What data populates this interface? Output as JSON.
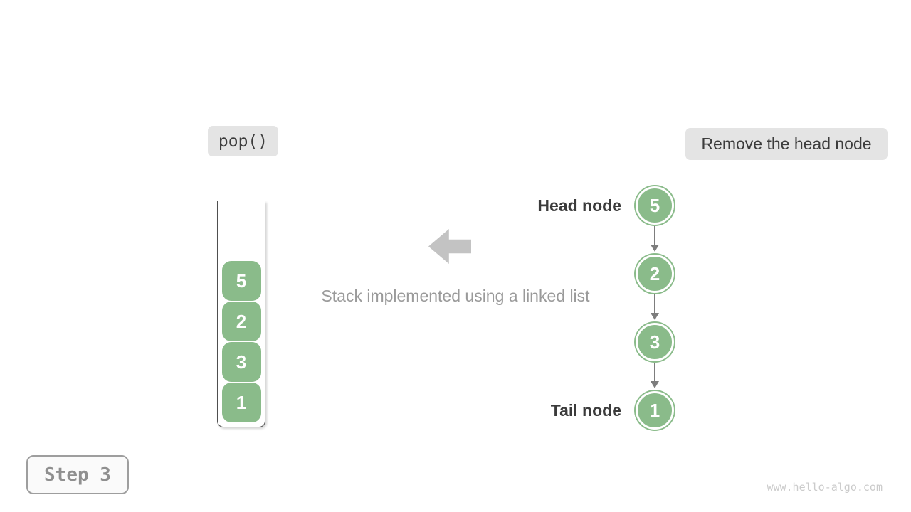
{
  "labels": {
    "operation": "pop()",
    "description": "Remove the head node",
    "caption": "Stack implemented using a linked list",
    "head_node": "Head node",
    "tail_node": "Tail node",
    "step": "Step 3",
    "watermark": "www.hello-algo.com"
  },
  "stack": {
    "items_top_to_bottom": [
      "5",
      "2",
      "3",
      "1"
    ]
  },
  "linked_list": {
    "nodes_head_to_tail": [
      "5",
      "2",
      "3",
      "1"
    ]
  },
  "colors": {
    "node_green": "#8abb8a",
    "node_text": "#ffffff",
    "badge_bg": "#e4e4e4",
    "badge_text": "#3c3c3c",
    "block_arrow_gray": "#c3c3c3",
    "connector_gray": "#7d7d7d",
    "caption_text": "#9a9a9a",
    "side_label_text": "#3b3b3b",
    "stack_outline": "#4f4f4f",
    "step_text": "#8f8f8f",
    "watermark_text": "#cbcbcb"
  }
}
